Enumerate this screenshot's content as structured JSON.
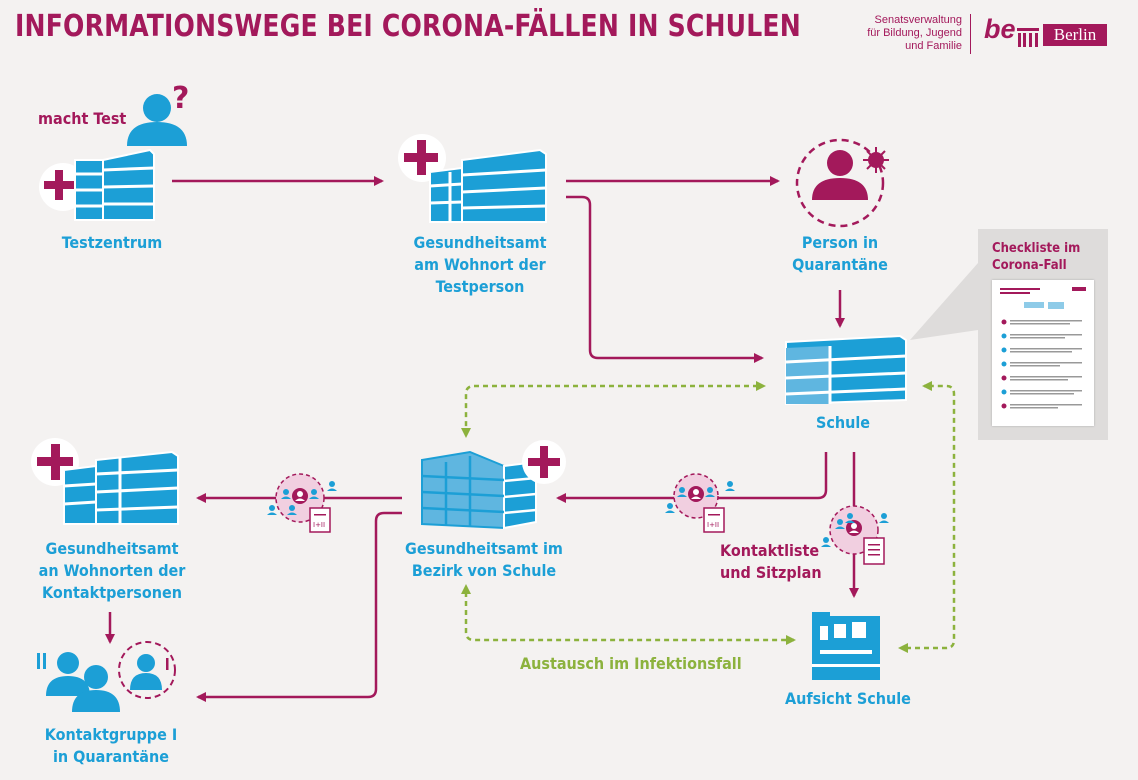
{
  "title": "INFORMATIONSWEGE BEI CORONA-FÄLLEN IN SCHULEN",
  "logo": {
    "senat_lines": [
      "Senatsverwaltung",
      "für Bildung, Jugend",
      "und Familie"
    ],
    "be": "be",
    "berlin": "Berlin"
  },
  "nodes": {
    "macht_test": "macht Test",
    "testzentrum": "Testzentrum",
    "ga_wohnort": [
      "Gesundheitsamt",
      "am Wohnort der",
      "Testperson"
    ],
    "person_quarantaene": [
      "Person in",
      "Quarantäne"
    ],
    "schule": "Schule",
    "ga_bezirk": [
      "Gesundheitsamt im",
      "Bezirk von Schule"
    ],
    "ga_kontakt": [
      "Gesundheitsamt",
      "an Wohnorten der",
      "Kontaktpersonen"
    ],
    "kontaktgruppe": [
      "Kontaktgruppe I",
      "in Quarantäne"
    ],
    "kontaktliste": [
      "Kontaktliste",
      "und Sitzplan"
    ],
    "aufsicht": "Aufsicht Schule",
    "austausch": "Austausch im Infektionsfall"
  },
  "checklist": {
    "title": [
      "Checkliste im",
      "Corona-Fall"
    ]
  },
  "doc_labels": {
    "one_plus_two": "I+II",
    "roman_two": "II",
    "roman_one": "I"
  },
  "colors": {
    "magenta": "#a3195b",
    "blue": "#1c9fd6",
    "green": "#8cb23d",
    "bg": "#f4f2f1"
  }
}
